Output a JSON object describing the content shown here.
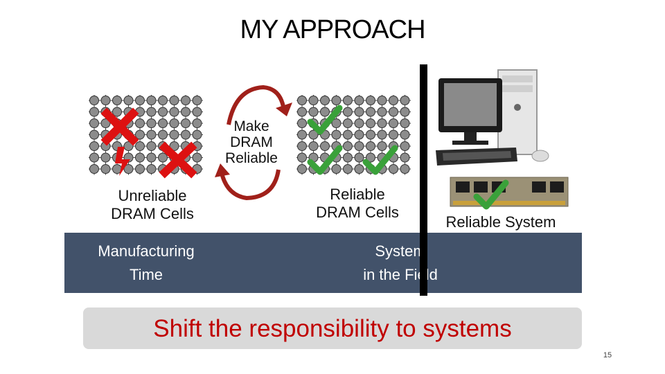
{
  "title": "MY APPROACH",
  "cycle_label": [
    "Make",
    "DRAM",
    "Reliable"
  ],
  "left_caption": [
    "Unreliable",
    "DRAM Cells"
  ],
  "middle_caption": [
    "Reliable",
    "DRAM Cells"
  ],
  "right_caption": "Reliable System",
  "band_left": [
    "Manufacturing",
    "Time"
  ],
  "band_right": [
    "System",
    "in the Field"
  ],
  "callout": "Shift the responsibility to systems",
  "page_number": "15",
  "colors": {
    "band": "#42526a",
    "callout_text": "#c00000",
    "cross": "#dd1111",
    "check": "#3aa13a",
    "arrow": "#a0201a"
  },
  "icons": [
    "red-cross-icon",
    "green-check-icon",
    "lightning-icon",
    "desktop-computer-icon",
    "memory-module-icon"
  ]
}
